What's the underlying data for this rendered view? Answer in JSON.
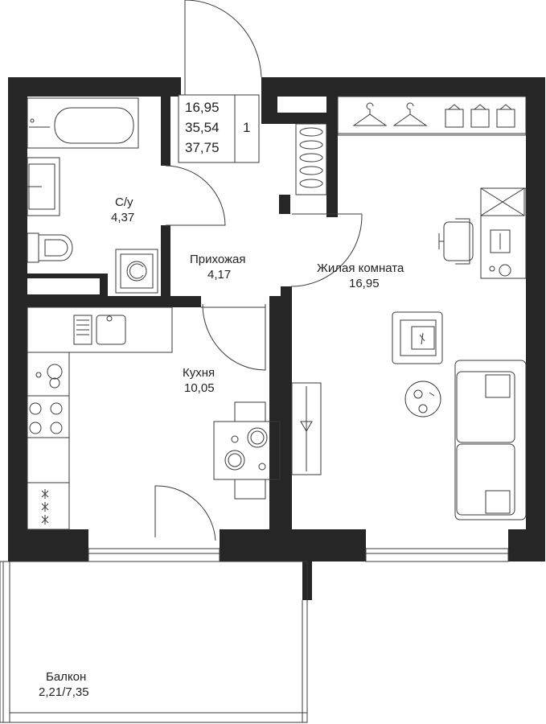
{
  "colors": {
    "wall": "#262626",
    "line": "#3a3a3a",
    "background": "#ffffff"
  },
  "summary": {
    "living_area": "16,95",
    "total_area": "35,54",
    "total_with_balcony": "37,75",
    "rooms_count": "1"
  },
  "rooms": {
    "bathroom": {
      "name": "С/у",
      "area": "4,37"
    },
    "hall": {
      "name": "Прихожая",
      "area": "4,17"
    },
    "living": {
      "name": "Жилая комната",
      "area": "16,95"
    },
    "kitchen": {
      "name": "Кухня",
      "area": "10,05"
    },
    "balcony": {
      "name": "Балкон",
      "area": "2,21/7,35"
    }
  },
  "icons": [
    "bathtub-icon",
    "sink-icon",
    "toilet-icon",
    "washing-machine-icon",
    "shoe-rack-icon",
    "hanger-icon",
    "folded-shirt-icon",
    "desk-chair-icon",
    "desk-lamp-icon",
    "armchair-icon",
    "coffee-table-icon",
    "sofa-icon",
    "tv-icon",
    "kitchen-sink-icon",
    "stove-icon",
    "dining-table-icon"
  ]
}
